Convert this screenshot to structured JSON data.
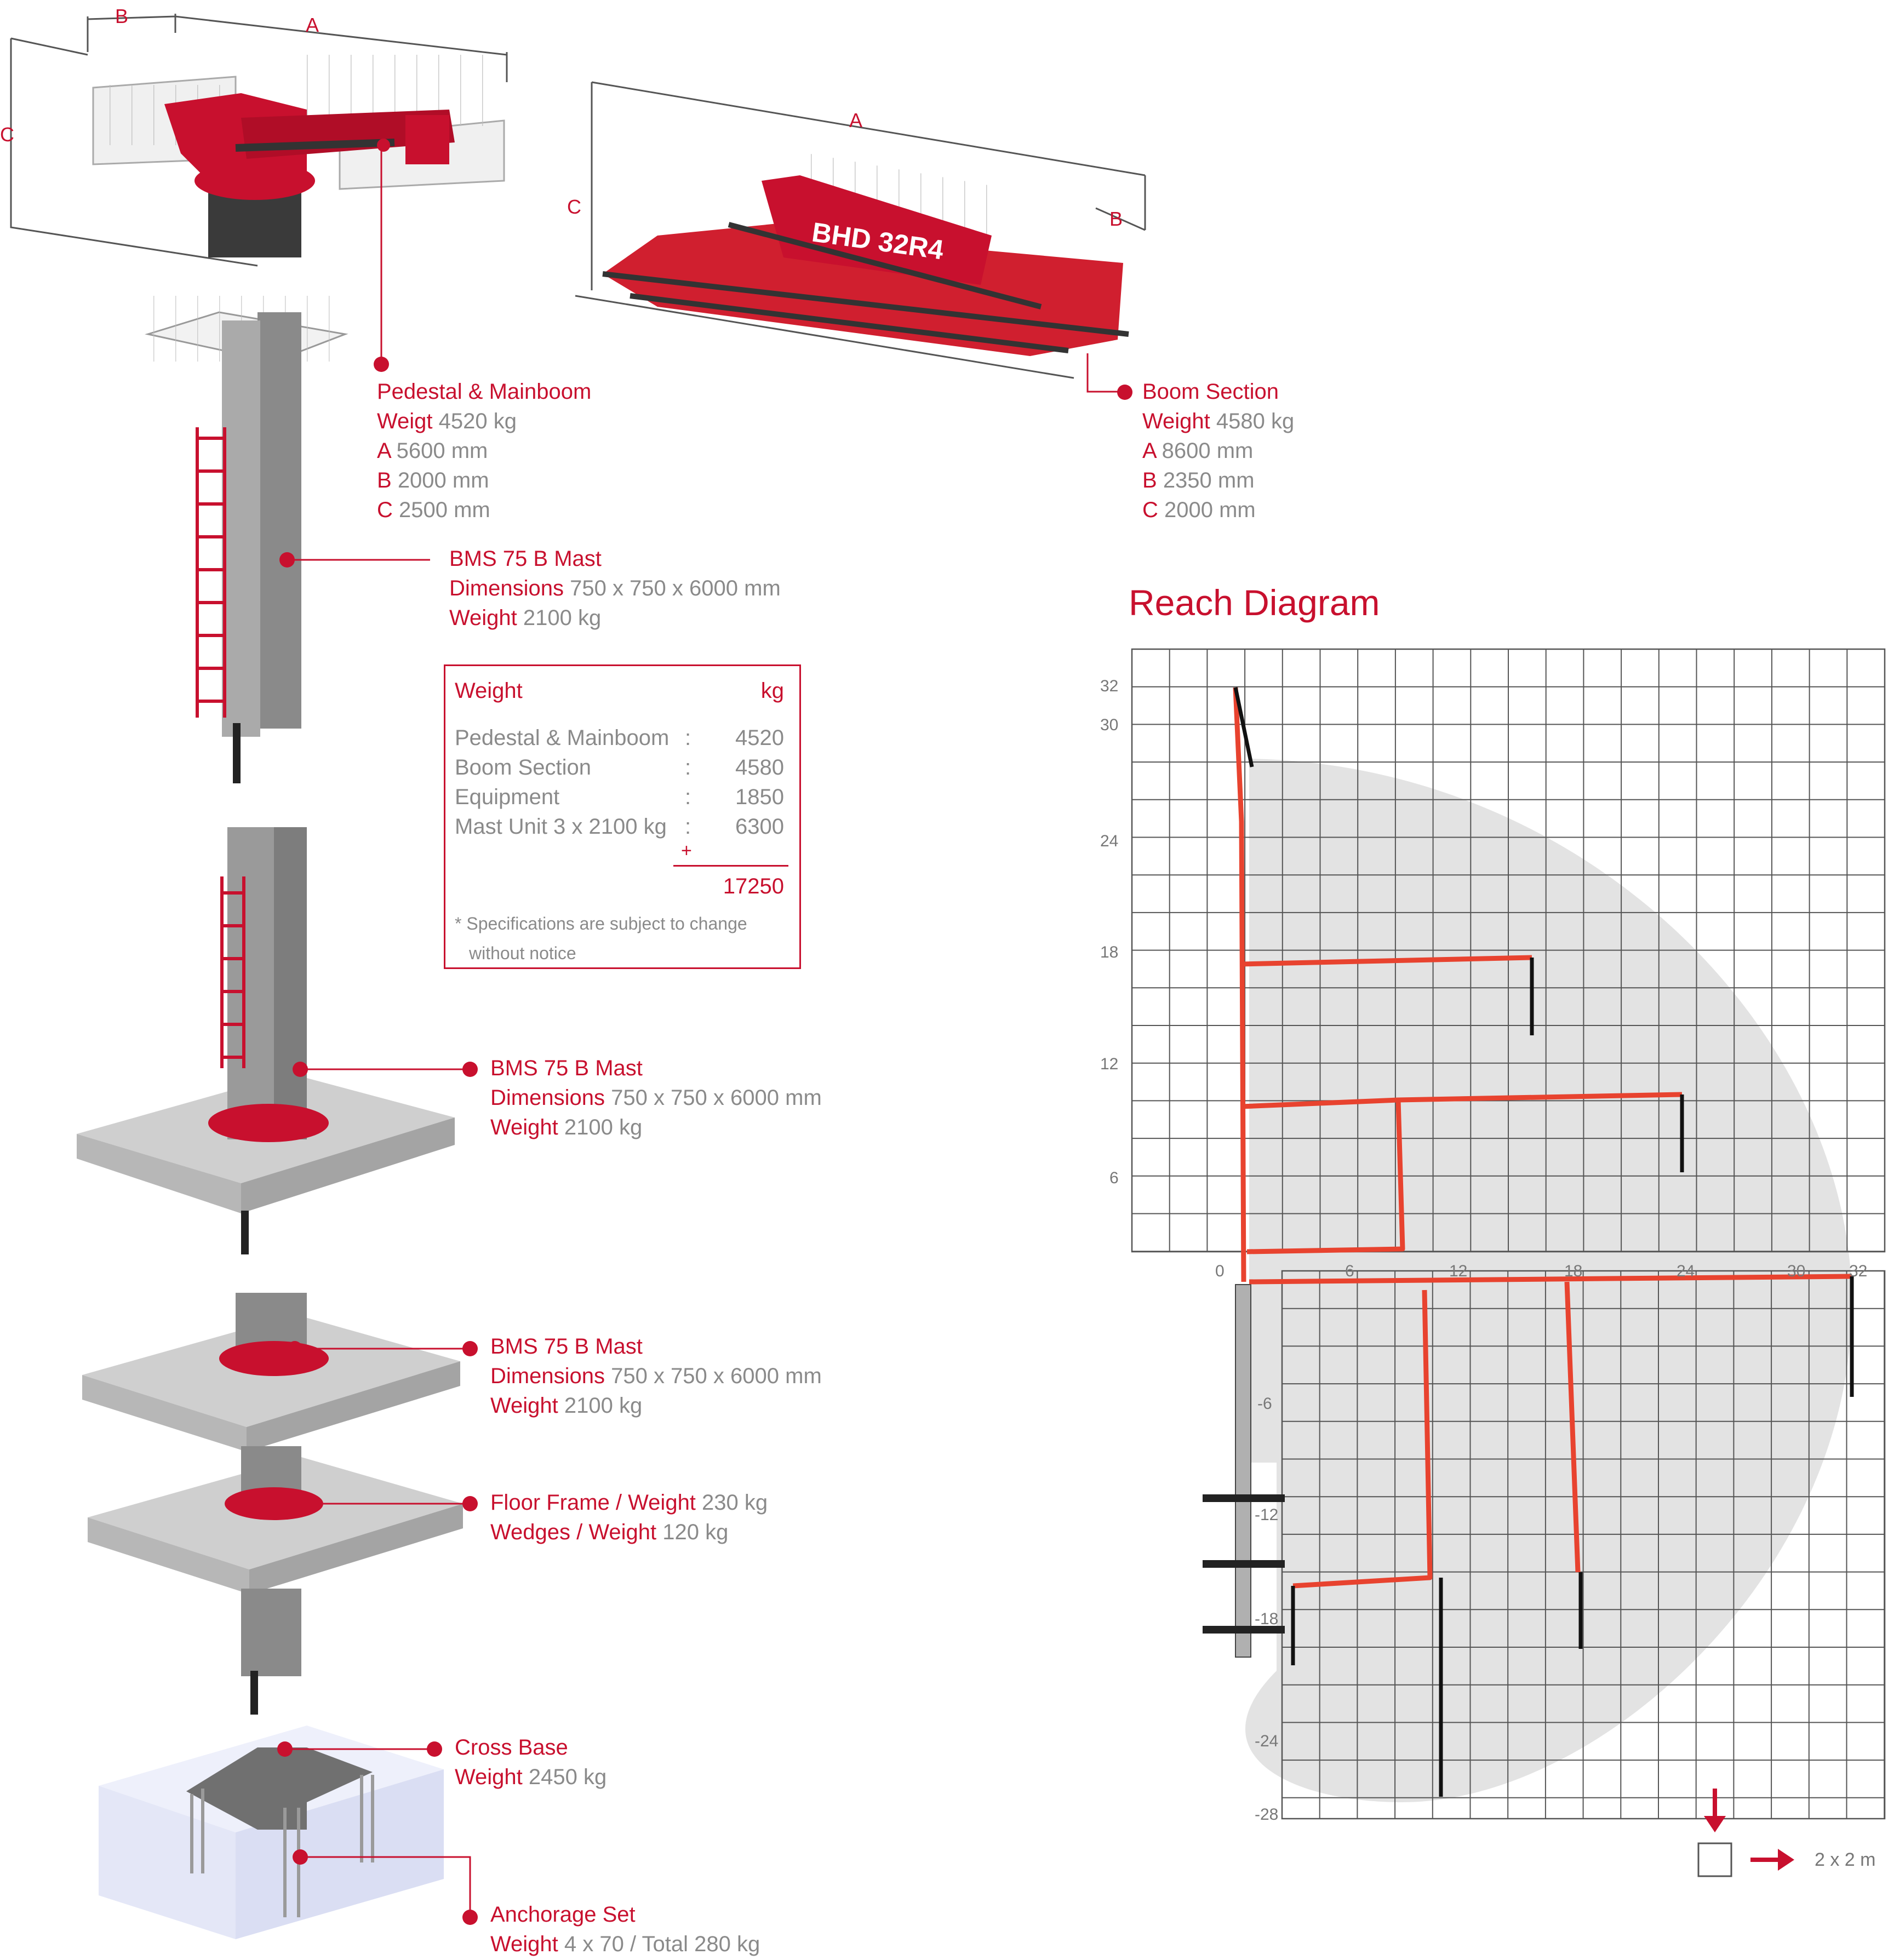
{
  "colors": {
    "accent": "#c8102e",
    "text_grey": "#8a8a8a",
    "grid": "#555555",
    "boom": "#e8432f",
    "envelope": "#d6d6d6"
  },
  "pedestal": {
    "title": "Pedestal & Mainboom",
    "weight_label": "Weigt",
    "weight_value": "4520 kg",
    "a_label": "A",
    "a_value": "5600 mm",
    "b_label": "B",
    "b_value": "2000 mm",
    "c_label": "C",
    "c_value": "2500 mm"
  },
  "boom_section": {
    "title": "Boom Section",
    "weight_label": "Weight",
    "weight_value": "4580 kg",
    "a_label": "A",
    "a_value": "8600 mm",
    "b_label": "B",
    "b_value": "2350 mm",
    "c_label": "C",
    "c_value": "2000 mm"
  },
  "mast1": {
    "title": "BMS 75 B Mast",
    "dim_label": "Dimensions",
    "dim_value": "750 x 750 x 6000 mm",
    "weight_label": "Weight",
    "weight_value": "2100 kg"
  },
  "mast2": {
    "title": "BMS 75 B Mast",
    "dim_label": "Dimensions",
    "dim_value": "750 x 750 x 6000 mm",
    "weight_label": "Weight",
    "weight_value": "2100 kg"
  },
  "mast3": {
    "title": "BMS 75 B Mast",
    "dim_label": "Dimensions",
    "dim_value": "750 x 750 x 6000 mm",
    "weight_label": "Weight",
    "weight_value": "2100 kg"
  },
  "floor_frame": {
    "line1_label": "Floor Frame / Weight",
    "line1_value": "230 kg",
    "line2_label": "Wedges / Weight",
    "line2_value": "120 kg"
  },
  "cross_base": {
    "title": "Cross Base",
    "weight_label": "Weight",
    "weight_value": "2450 kg"
  },
  "anchorage": {
    "title": "Anchorage Set",
    "weight_label": "Weight",
    "weight_value": "4 x 70 / Total 280 kg"
  },
  "weight_table": {
    "header_left": "Weight",
    "header_right": "kg",
    "rows": [
      {
        "label": "Pedestal & Mainboom",
        "sep": ":",
        "value": "4520"
      },
      {
        "label": "Boom Section",
        "sep": ":",
        "value": "4580"
      },
      {
        "label": "Equipment",
        "sep": ":",
        "value": "1850"
      },
      {
        "label": "Mast Unit 3 x 2100 kg",
        "sep": ":",
        "value": "6300"
      }
    ],
    "plus": "+",
    "total": "17250",
    "note_line1": "* Specifications are subject to change",
    "note_line2": "without notice"
  },
  "dimension_letters": {
    "a": "A",
    "b": "B",
    "c": "C",
    "boom_text": "BHD 32R4"
  },
  "reach_diagram": {
    "title": "Reach Diagram",
    "x_ticks": [
      "0",
      "6",
      "12",
      "18",
      "24",
      "30",
      "32"
    ],
    "y_ticks_upper": [
      "32",
      "30",
      "24",
      "18",
      "12",
      "6"
    ],
    "y_ticks_lower": [
      "-6",
      "-12",
      "-18",
      "-24",
      "-28"
    ],
    "scale_label": "2 x 2 m"
  },
  "chart_data": {
    "type": "diagram",
    "title": "Reach Diagram",
    "x_ticks": [
      0,
      6,
      12,
      18,
      24,
      30,
      32
    ],
    "y_ticks": [
      32,
      30,
      24,
      18,
      12,
      6,
      -6,
      -12,
      -18,
      -24,
      -28
    ],
    "max_horizontal_reach_m": 32,
    "max_vertical_reach_m": 32,
    "grid_cell": "2 x 2 m"
  }
}
